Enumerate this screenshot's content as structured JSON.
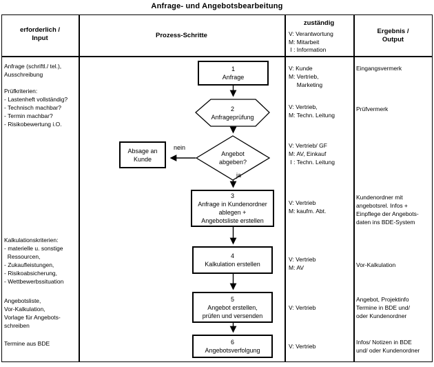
{
  "title": "Anfrage- und Angebotsbearbeitung",
  "header": {
    "input": "erforderlich /\nInput",
    "process": "Prozess-Schritte",
    "responsible_title": "zuständig",
    "responsible_legend": "V: Verantwortung\nM: Mitarbeit\n I : Information",
    "output": "Ergebnis /\nOutput"
  },
  "inputs": {
    "block1": "Anfrage (schriftl./ tel.),\nAusschreibung",
    "block2": "Prüfkriterien:\n- Lastenheft vollständig?\n- Technisch machbar?\n- Termin machbar?\n- Risikobewertung i.O.",
    "block3": "Kalkulationskriterien:\n- materielle u. sonstige\n  Ressourcen,\n- Zukaufleistungen,\n- Risikoabsicherung,\n- Wettbewerbssituation",
    "block4": "Angebotsliste,\nVor-Kalkulation,\nVorlage für Angebots-\nschreiben",
    "block5": "Termine aus BDE"
  },
  "steps": {
    "step1": "1\nAnfrage",
    "step2": "2\nAnfrageprüfung",
    "decision": "Angebot\nabgeben?",
    "absage": "Absage an\nKunde",
    "nein": "nein",
    "ja": "ja",
    "step3": "3\nAnfrage in Kundenordner\nablegen +\nAngebotsliste erstellen",
    "step4": "4\nKalkulation erstellen",
    "step5": "5\nAngebot erstellen,\nprüfen und versenden",
    "step6": "6\nAngebotsverfolgung"
  },
  "responsible": {
    "step1": "V: Kunde\nM: Vertrieb,\n     Marketing",
    "step2": "V: Vertrieb,\nM: Techn. Leitung",
    "decision": "V: Vertrieb/ GF\nM: AV, Einkauf\n I : Techn. Leitung",
    "step3": "V: Vertrieb\nM: kaufm. Abt.",
    "step4": "V: Vertrieb\nM: AV",
    "step5": "V: Vertrieb",
    "step6": "V: Vertrieb"
  },
  "outputs": {
    "step1": "Eingangsvermerk",
    "step2": "Prüfvermerk",
    "step3": "Kundenordner mit\nangebotsrel. Infos +\nEinpflege der Angebots-\ndaten ins BDE-System",
    "step4": "Vor-Kalkulation",
    "step5": "Angebot, Projektinfo\nTermine in BDE und/\noder Kundenordner",
    "step6": "Infos/ Notizen in BDE\nund/ oder Kundenordner"
  }
}
